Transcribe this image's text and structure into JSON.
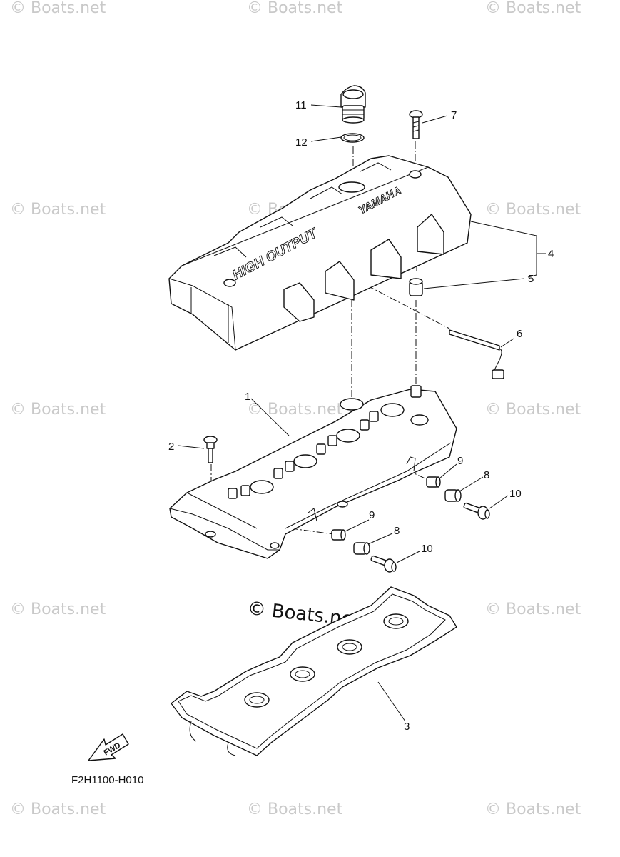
{
  "diagram": {
    "drawing_code": "F2H1100-H010",
    "fwd_label": "FWD",
    "cover_text_1": "HIGH OUTPUT",
    "cover_text_2": "YAMAHA",
    "watermark_center": "© Boats.net",
    "watermark": "© Boats.net",
    "callouts": [
      "1",
      "2",
      "3",
      "4",
      "5",
      "6",
      "7",
      "8",
      "8",
      "9",
      "9",
      "10",
      "10",
      "11",
      "12"
    ]
  }
}
